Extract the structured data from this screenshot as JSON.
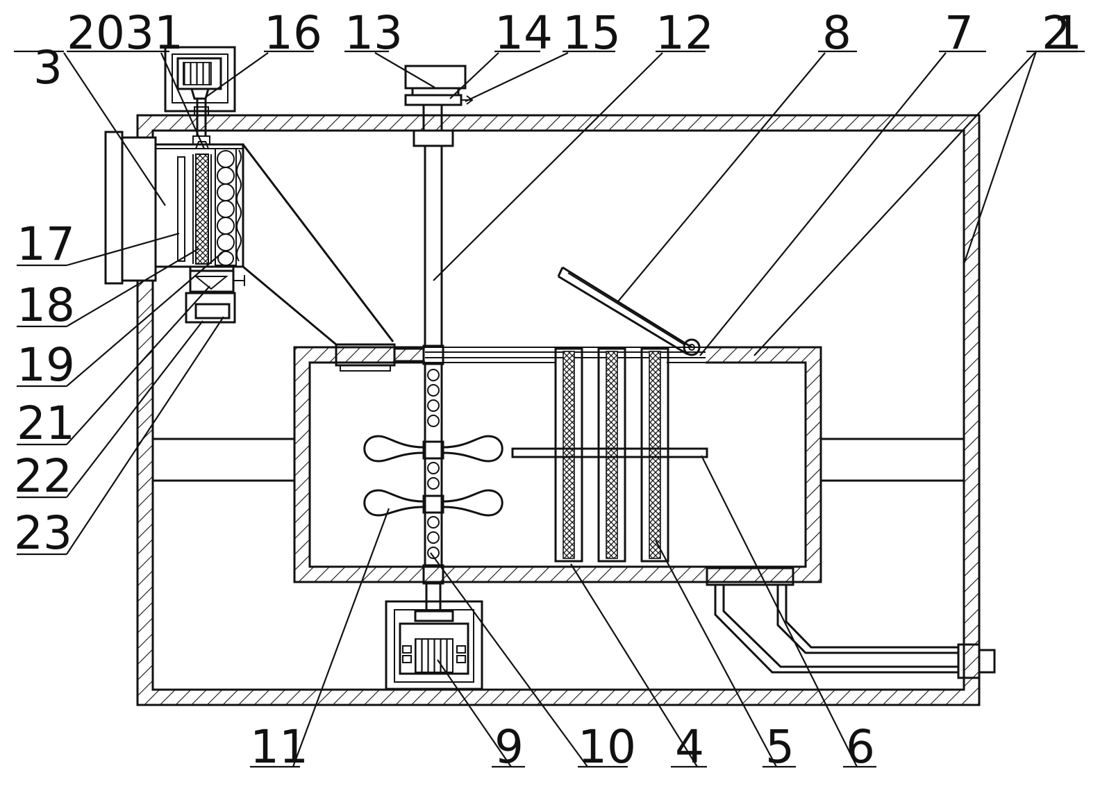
{
  "callouts": [
    {
      "id": "l1",
      "text": "1"
    },
    {
      "id": "l2",
      "text": "2"
    },
    {
      "id": "l3",
      "text": "3"
    },
    {
      "id": "l4",
      "text": "4"
    },
    {
      "id": "l5",
      "text": "5"
    },
    {
      "id": "l6",
      "text": "6"
    },
    {
      "id": "l7",
      "text": "7"
    },
    {
      "id": "l8",
      "text": "8"
    },
    {
      "id": "l9",
      "text": "9"
    },
    {
      "id": "l10",
      "text": "10"
    },
    {
      "id": "l11",
      "text": "11"
    },
    {
      "id": "l12",
      "text": "12"
    },
    {
      "id": "l13",
      "text": "13"
    },
    {
      "id": "l14",
      "text": "14"
    },
    {
      "id": "l15",
      "text": "15"
    },
    {
      "id": "l16",
      "text": "16"
    },
    {
      "id": "l17",
      "text": "17"
    },
    {
      "id": "l18",
      "text": "18"
    },
    {
      "id": "l19",
      "text": "19"
    },
    {
      "id": "l21",
      "text": "21"
    },
    {
      "id": "l22",
      "text": "22"
    },
    {
      "id": "l23",
      "text": "23"
    },
    {
      "id": "l2031",
      "text": "2031"
    }
  ]
}
